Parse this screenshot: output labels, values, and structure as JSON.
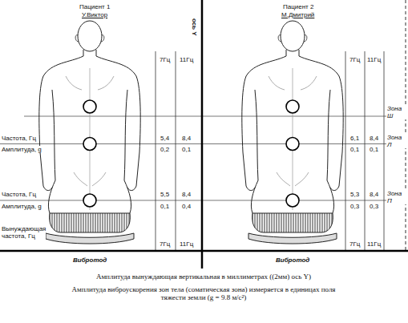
{
  "diagram": {
    "labels": [
      "Пациент 1",
      "У.Виктор",
      "Пациент 2",
      "М.Дмитрий",
      "ось Y",
      "7Гц",
      "11Гц",
      "7Гц",
      "11Гц",
      "Зона Ш",
      "Зона Л",
      "Зона П",
      "Частота, Гц",
      "5,4",
      "8,4",
      "6,1",
      "8,4",
      "Амплитуда, g",
      "0,2",
      "0,1",
      "0,1",
      "0,1",
      "Частота, Гц",
      "5,5",
      "8,4",
      "5,3",
      "8,4",
      "Амплитуда, g",
      "0,1",
      "0,4",
      "0,3",
      "0,3",
      "Вынуждающая частота, Гц",
      "7Гц",
      "11Гц",
      "7Гц",
      "11Гц",
      "Вибротод",
      "Вибротод",
      "Амплитуда вынуждающая вертикальная в миллиметрах ((2мм) ось Y)",
      "Амплитуда виброускорения зон тела (соматическая зона) измеряется в единицах поля тяжести земли (g = 9.8 м/с²)"
    ]
  }
}
